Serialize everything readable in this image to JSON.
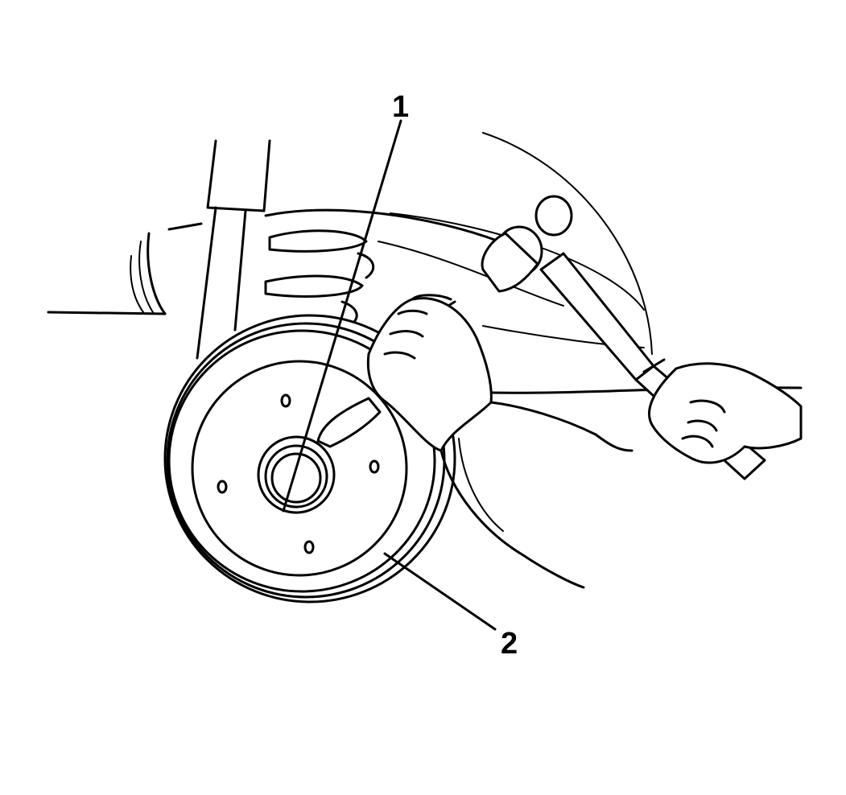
{
  "callouts": [
    {
      "label": "1",
      "target": "hub-seal"
    },
    {
      "label": "2",
      "target": "brake-drum"
    }
  ],
  "colors": {
    "ink": "#000000",
    "background": "#ffffff"
  }
}
